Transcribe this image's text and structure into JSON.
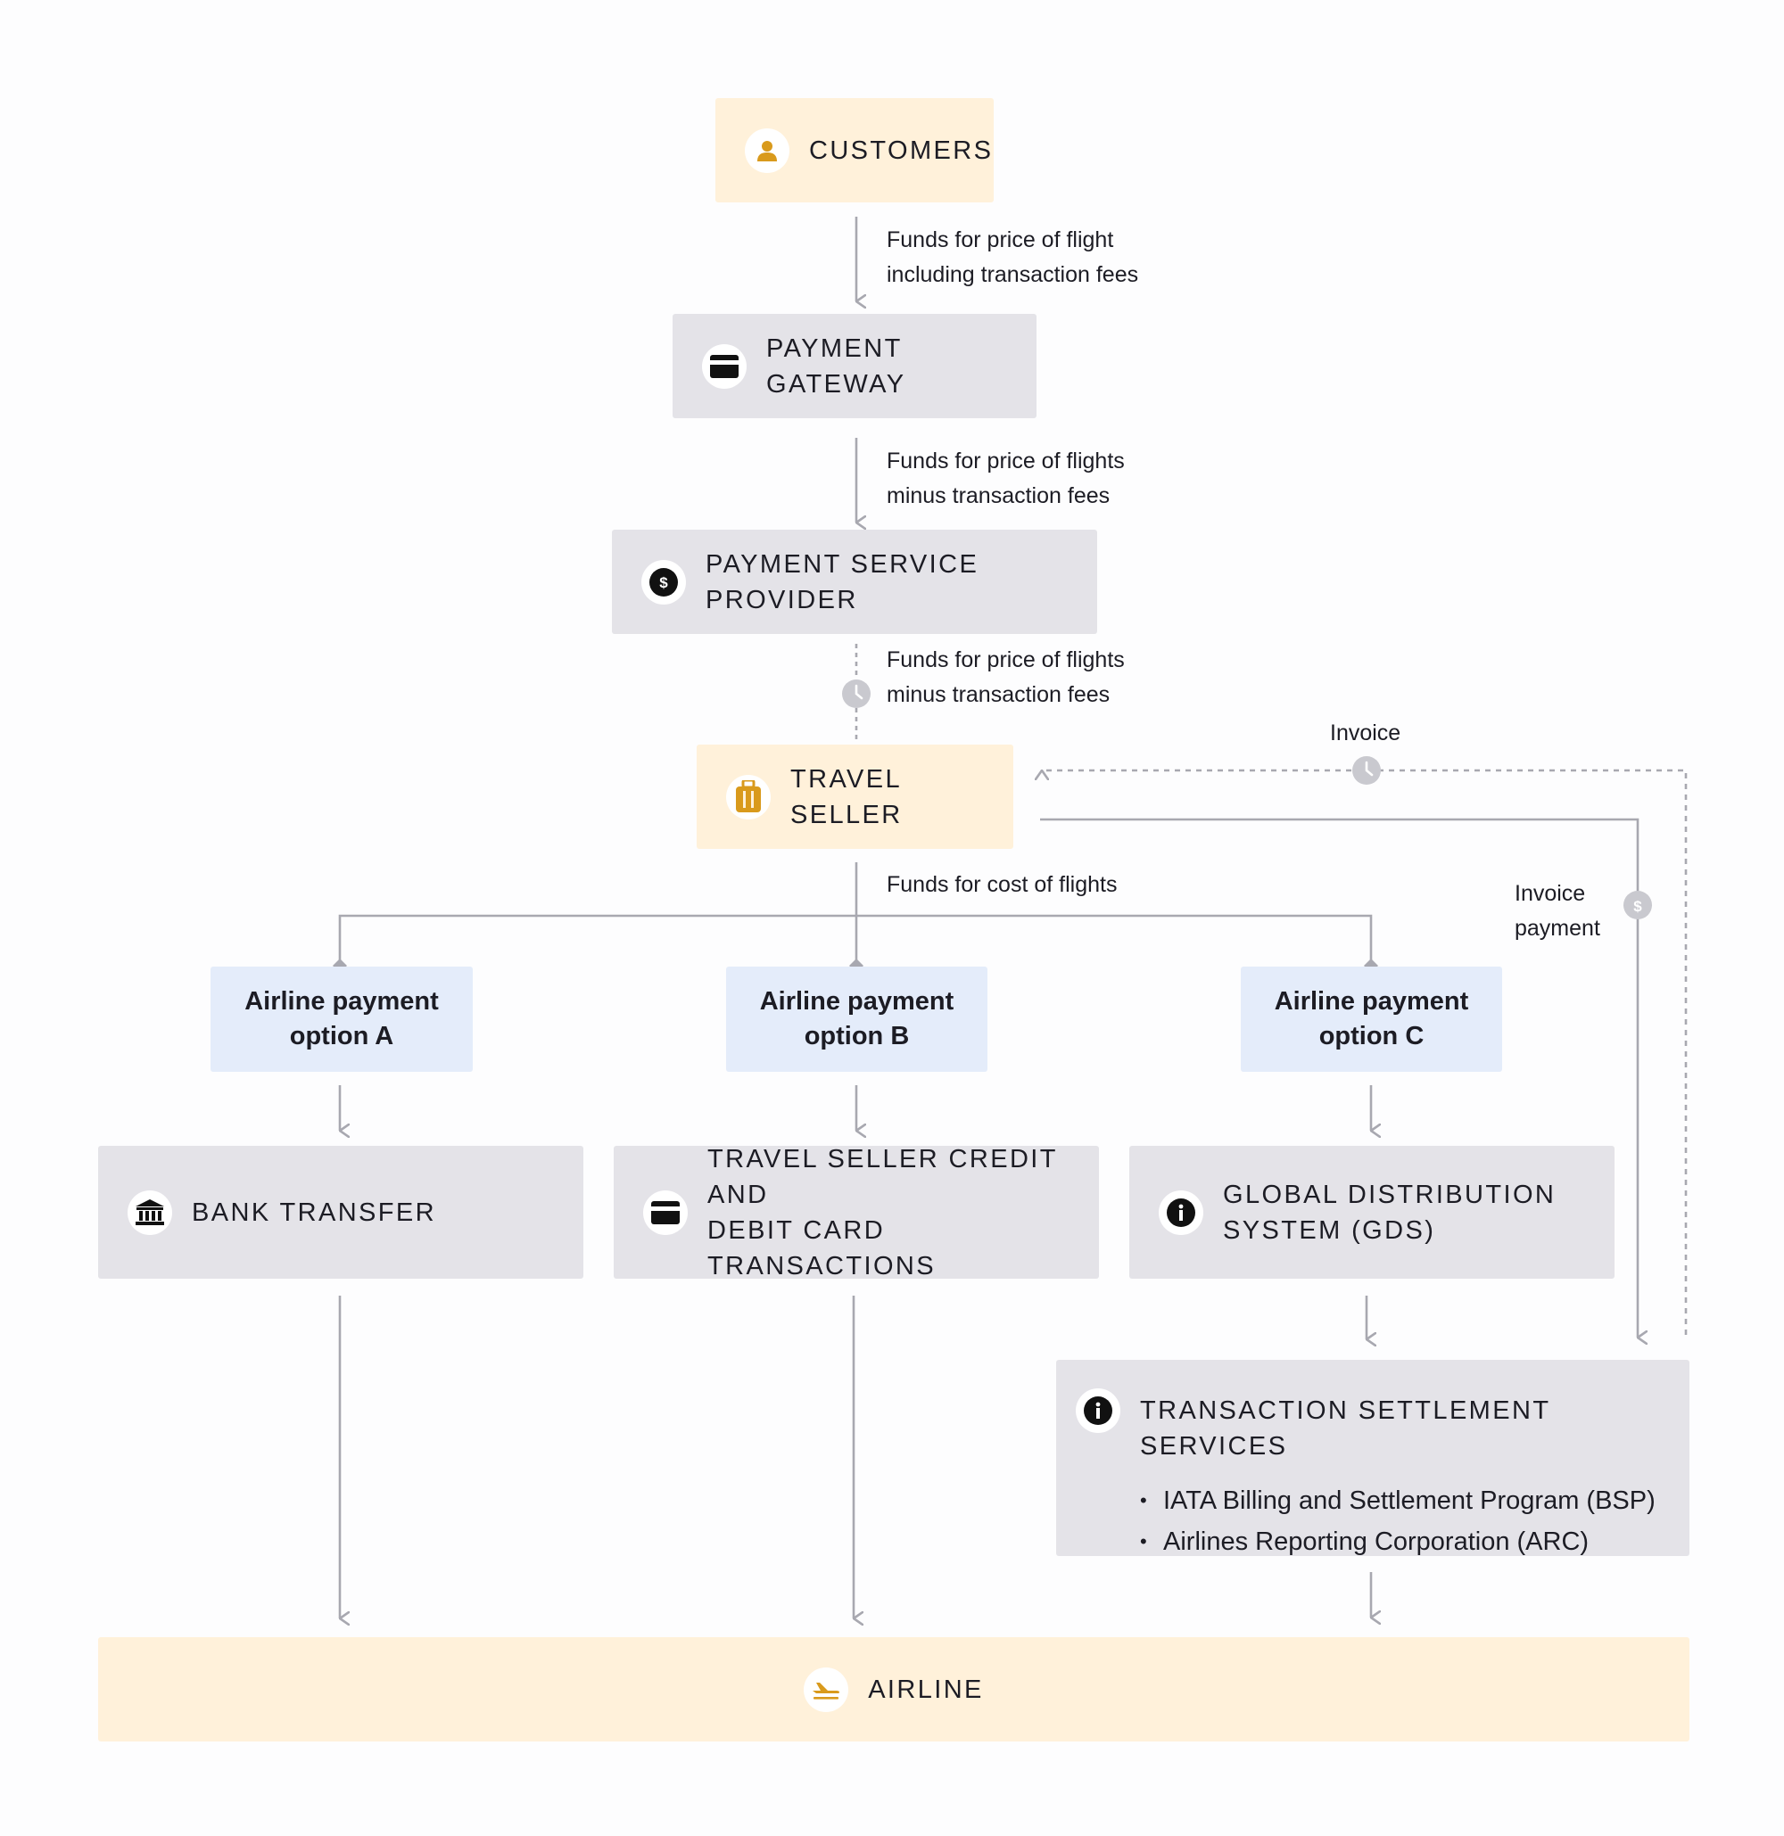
{
  "nodes": {
    "customers": "CUSTOMERS",
    "payment_gateway": "PAYMENT GATEWAY",
    "payment_service_provider": "PAYMENT SERVICE PROVIDER",
    "travel_seller": "TRAVEL SELLER",
    "option_a": [
      "Airline payment",
      "option A"
    ],
    "option_b": [
      "Airline payment",
      "option B"
    ],
    "option_c": [
      "Airline payment",
      "option C"
    ],
    "bank_transfer": "BANK TRANSFER",
    "card_transactions": [
      "TRAVEL SELLER CREDIT AND",
      "DEBIT CARD TRANSACTIONS"
    ],
    "gds": [
      "GLOBAL DISTRIBUTION",
      "SYSTEM (GDS)"
    ],
    "settlement": {
      "title": "TRANSACTION SETTLEMENT SERVICES",
      "items": [
        "IATA Billing and Settlement Program (BSP)",
        "Airlines Reporting Corporation (ARC)"
      ]
    },
    "airline": "AIRLINE"
  },
  "edge_labels": {
    "customers_to_gateway": [
      "Funds for price of flight",
      "including transaction fees"
    ],
    "gateway_to_psp": [
      "Funds for price of flights",
      "minus transaction fees"
    ],
    "psp_to_seller": [
      "Funds for price of flights",
      "minus transaction fees"
    ],
    "seller_to_options": "Funds for cost of flights",
    "invoice": "Invoice",
    "invoice_payment": [
      "Invoice",
      "payment"
    ]
  },
  "icons": {
    "customers": "person-icon",
    "payment_gateway": "credit-card-icon",
    "payment_service_provider": "dollar-icon",
    "travel_seller": "luggage-icon",
    "bank_transfer": "bank-icon",
    "card_transactions": "credit-card-icon",
    "gds": "info-icon",
    "settlement": "info-icon",
    "airline": "airplane-icon",
    "timing": "clock-icon",
    "payment_marker": "dollar-icon"
  },
  "colors": {
    "yellow_box": "#fff1da",
    "gray_box": "#e4e3e8",
    "blue_box": "#e4ecfa",
    "accent": "#d99a1c",
    "line": "#a8a8b0",
    "text": "#1c1c24"
  }
}
